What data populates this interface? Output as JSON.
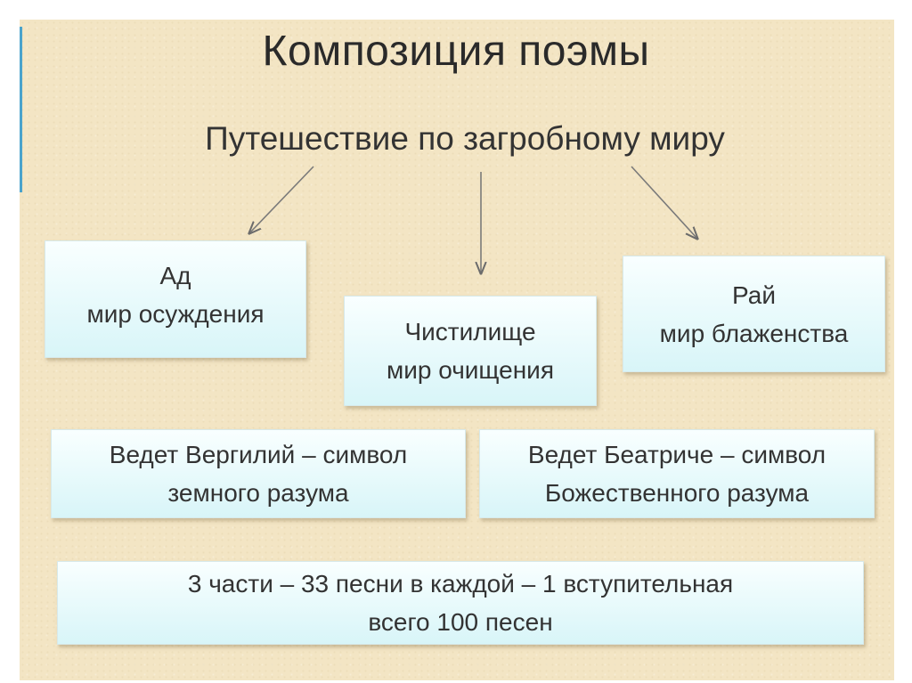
{
  "title": "Композиция поэмы",
  "subtitle": "Путешествие по загробному миру",
  "boxes": {
    "hell": {
      "name": "Ад",
      "desc": "мир осуждения"
    },
    "purgatory": {
      "name": "Чистилище",
      "desc": "мир очищения"
    },
    "paradise": {
      "name": "Рай",
      "desc": "мир блаженства"
    },
    "virgil": {
      "line1": "Ведет Вергилий – символ",
      "line2": "земного разума"
    },
    "beatrice": {
      "line1": "Ведет Беатриче – символ",
      "line2": "Божественного разума"
    },
    "structure": {
      "line1": "3 части – 33 песни в каждой – 1 вступительная",
      "line2": "всего 100 песен"
    }
  },
  "colors": {
    "background": "#f3e5c4",
    "box_fill": "#d8f5f8",
    "accent": "#4aa3cc",
    "text": "#333333"
  }
}
